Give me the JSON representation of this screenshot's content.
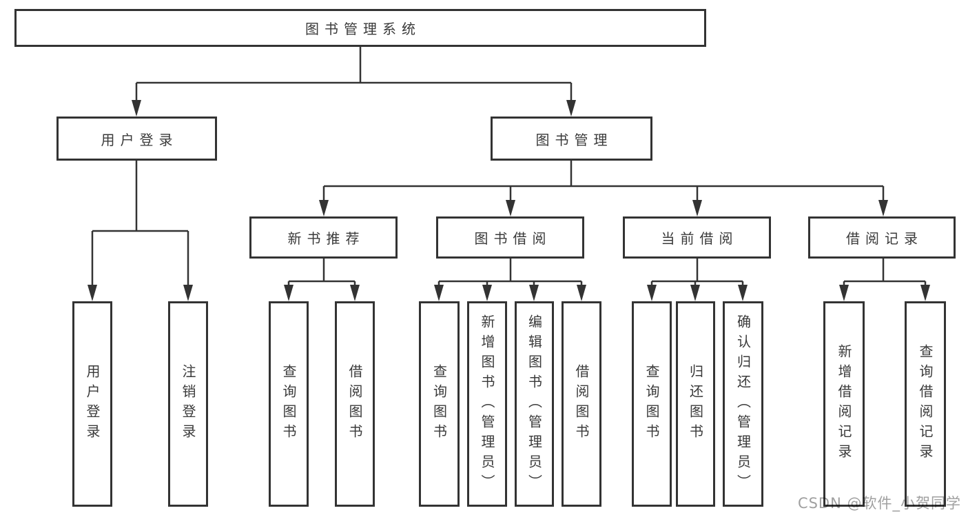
{
  "diagram": {
    "root": {
      "label": "图书管理系统"
    },
    "branches": [
      {
        "label": "用户登录",
        "children": [
          {
            "label": "用户登录"
          },
          {
            "label": "注销登录"
          }
        ]
      },
      {
        "label": "图书管理",
        "children": [
          {
            "label": "新书推荐",
            "children": [
              {
                "label": "查询图书"
              },
              {
                "label": "借阅图书"
              }
            ]
          },
          {
            "label": "图书借阅",
            "children": [
              {
                "label": "查询图书"
              },
              {
                "label": "新增图书（管理员）"
              },
              {
                "label": "编辑图书（管理员）"
              },
              {
                "label": "借阅图书"
              }
            ]
          },
          {
            "label": "当前借阅",
            "children": [
              {
                "label": "查询图书"
              },
              {
                "label": "归还图书"
              },
              {
                "label": "确认归还（管理员）"
              }
            ]
          },
          {
            "label": "借阅记录",
            "children": [
              {
                "label": "新增借阅记录"
              },
              {
                "label": "查询借阅记录"
              }
            ]
          }
        ]
      }
    ],
    "watermark": "CSDN @软件_小贺同学",
    "colors": {
      "background": "#ffffff",
      "line": "#333333",
      "box_fill": "#ffffff",
      "text": "#3a3a3a",
      "watermark": "#a0a0a0"
    }
  }
}
